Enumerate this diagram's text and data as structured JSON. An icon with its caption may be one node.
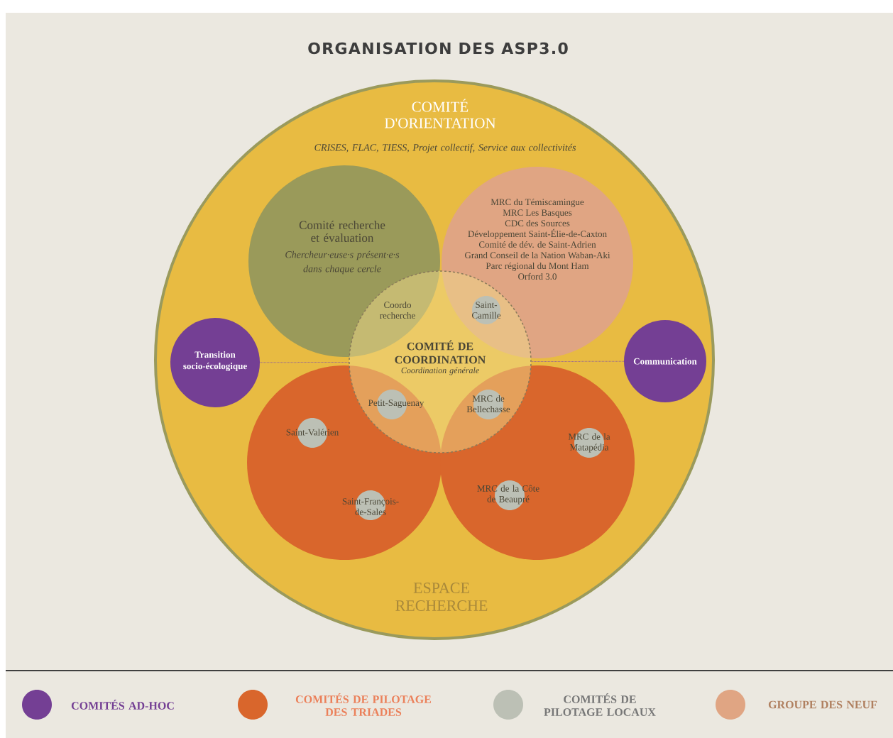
{
  "diagram": {
    "title": "ORGANISATION DES ASP3.0",
    "nodes": [
      {
        "text": [
          "COMITÉ D'ORIENTATION",
          "CRISES, FLAC, TIESS, Projet collectif, Service aux collectivités",
          "ESPACE RECHERCHE"
        ]
      },
      {
        "text": [
          "Comité recherche et évaluation",
          "Chercheur·euse·s présent·e·s dans chaque cercle"
        ],
        "in": 0
      },
      {
        "text": [
          "MRC du Témiscamingue",
          "MRC Les Basques",
          "CDC des Sources",
          "Développement Saint-Élie-de-Caxton",
          "Comité de dév. de Saint-Adrien",
          "Grand Conseil de la Nation Waban-Aki",
          "Parc régional du Mont Ham",
          "Orford 3.0"
        ],
        "in": 0
      },
      {
        "text": [
          "Transition socio-écologique"
        ],
        "in": 0
      },
      {
        "text": [
          "COMITÉ DE COORDINATION",
          "Coordination générale"
        ],
        "in": 0
      },
      {
        "text": [
          "Communication"
        ],
        "in": 0
      },
      {
        "text": [],
        "shape": "circle",
        "in": 0
      },
      {
        "text": [],
        "shape": "circle",
        "in": 0
      },
      {
        "text": [
          "Saint-Camille"
        ]
      },
      {
        "text": [
          "Petit-Saguenay"
        ]
      },
      {
        "text": [
          "MRC de Bellechasse"
        ]
      },
      {
        "text": [
          "Saint-Valérien"
        ],
        "in": 6
      },
      {
        "text": [
          "MRC de la Matapédia"
        ],
        "in": 7
      },
      {
        "text": [
          "Saint-François-de-Sales"
        ],
        "in": 6
      },
      {
        "text": [
          "MRC de la Côte de Beaupré"
        ],
        "in": 7
      }
    ],
    "edges": [
      {
        "from": 3,
        "to": 4,
        "arrow": "none",
        "style": "dashed"
      },
      {
        "from": 5,
        "to": 4,
        "arrow": "none",
        "style": "dashed"
      }
    ],
    "labels": [
      "Coordo recherche"
    ],
    "legend": [
      {
        "text": "COMITÉS AD-HOC",
        "color": "#743f94"
      },
      {
        "text": "COMITÉS DE PILOTAGE DES TRIADES",
        "color": "#d9662c"
      },
      {
        "text": "COMITÉS DE PILOTAGE LOCAUX",
        "color": "#bcc0b5"
      },
      {
        "text": "GROUPE DES NEUF",
        "color": "#e0a583"
      }
    ]
  }
}
